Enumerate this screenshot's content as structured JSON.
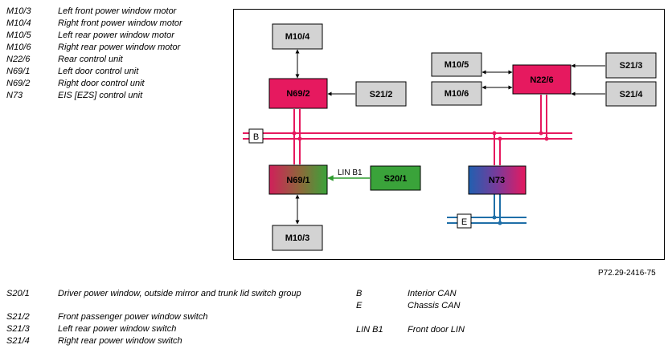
{
  "legend_top": [
    {
      "code": "M10/3",
      "desc": "Left front power window motor"
    },
    {
      "code": "M10/4",
      "desc": "Right front power window motor"
    },
    {
      "code": "M10/5",
      "desc": "Left rear power window motor"
    },
    {
      "code": "M10/6",
      "desc": "Right rear power window motor"
    },
    {
      "code": "N22/6",
      "desc": "Rear control unit"
    },
    {
      "code": "N69/1",
      "desc": "Left door control unit"
    },
    {
      "code": "N69/2",
      "desc": "Right door control unit"
    },
    {
      "code": "N73",
      "desc": "EIS [EZS] control unit"
    }
  ],
  "legend_bottom_left": [
    {
      "code": "S20/1",
      "desc": "Driver power window, outside mirror and trunk lid switch group"
    },
    {
      "code": "S21/2",
      "desc": "Front passenger power window switch"
    },
    {
      "code": "S21/3",
      "desc": "Left rear power window switch"
    },
    {
      "code": "S21/4",
      "desc": "Right rear power window switch"
    }
  ],
  "legend_bottom_right": [
    {
      "code": "B",
      "desc": "Interior CAN"
    },
    {
      "code": "E",
      "desc": "Chassis CAN"
    },
    {
      "code": "LIN B1",
      "desc": "Front door LIN"
    }
  ],
  "reference": "P72.29-2416-75",
  "diagram": {
    "nodes": {
      "m10_4": "M10/4",
      "n69_2": "N69/2",
      "s21_2": "S21/2",
      "m10_5": "M10/5",
      "m10_6": "M10/6",
      "n22_6": "N22/6",
      "s21_3": "S21/3",
      "s21_4": "S21/4",
      "n69_1": "N69/1",
      "s20_1": "S20/1",
      "n73": "N73",
      "m10_3": "M10/3"
    },
    "bus_tags": {
      "b": "B",
      "e": "E"
    },
    "lin_label": "LIN B1",
    "colors": {
      "can_b": "#e6195f",
      "can_e": "#1f6fa8",
      "lin": "#2e9b2e",
      "module_magenta": "#e6195f",
      "module_gray": "#d3d3d3",
      "module_green": "#3aa33a",
      "module_blue": "#2060b0"
    }
  }
}
